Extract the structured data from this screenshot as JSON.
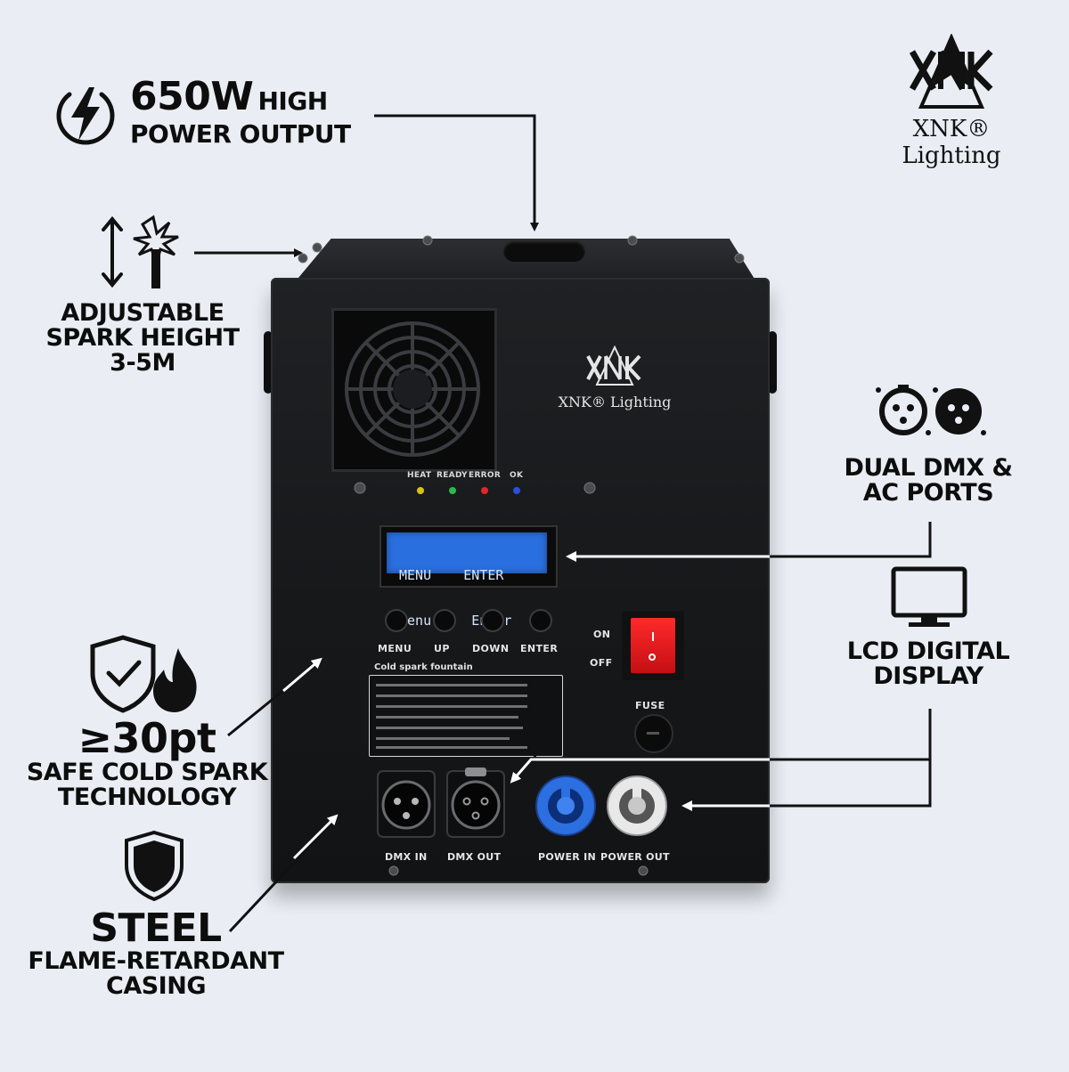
{
  "brand": {
    "logo_text": "XNK® Lighting",
    "logo_mark": "XNK"
  },
  "features": {
    "power": {
      "value": "650W",
      "line1": "HIGH",
      "line2": "POWER OUTPUT",
      "icon": "lightning-icon"
    },
    "spark_height": {
      "line1": "ADJUSTABLE",
      "line2": "SPARK HEIGHT",
      "line3": "3-5M",
      "icon": "spark-height-icon"
    },
    "ports": {
      "line1": "DUAL DMX &",
      "line2": "AC PORTS",
      "icon": "xlr-connector-icon"
    },
    "display": {
      "line1": "LCD DIGITAL",
      "line2": "DISPLAY",
      "icon": "monitor-icon"
    },
    "safety": {
      "value": "≥30pt",
      "line1": "SAFE COLD SPARK",
      "line2": "TECHNOLOGY",
      "icon": "shield-check-flame-icon"
    },
    "casing": {
      "value": "STEEL",
      "line1": "FLAME-RETARDANT",
      "line2": "CASING",
      "icon": "shield-icon"
    }
  },
  "device": {
    "logo_text": "XNK® Lighting",
    "indicators": [
      "HEAT",
      "READY",
      "ERROR",
      "OK"
    ],
    "indicator_colors": [
      "#d8c21a",
      "#2fb84a",
      "#e02828",
      "#2a4fd8"
    ],
    "lcd_line1": "MENU    ENTER",
    "lcd_line2": "Menu UP  Enter",
    "buttons": [
      "MENU",
      "UP",
      "DOWN",
      "ENTER"
    ],
    "switch_on": "ON",
    "switch_off": "OFF",
    "fuse_label": "FUSE",
    "sticker_title": "Cold spark fountain",
    "ports": [
      "DMX IN",
      "DMX OUT",
      "POWER IN",
      "POWER OUT"
    ]
  },
  "colors": {
    "background": "#eaeef4",
    "device_body": "#1b1c1f",
    "lcd_blue": "#2a6fe0",
    "switch_red": "#e8161c",
    "powercon_blue": "#2b6fe0",
    "powercon_white": "#e8e8e8"
  }
}
